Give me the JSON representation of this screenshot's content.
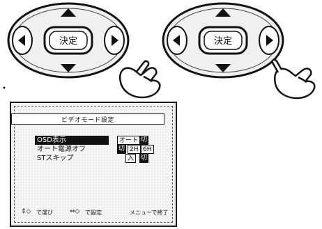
{
  "controller": {
    "center_label": "決定"
  },
  "osd": {
    "title": "ビデオモード設定",
    "items": [
      {
        "label": "OSD表示",
        "options": [
          "オート",
          "切"
        ],
        "selected_option": 1
      },
      {
        "label": "オート電源オフ",
        "options": [
          "切",
          "2H",
          "6H"
        ],
        "selected_option": 0
      },
      {
        "label": "STスキップ",
        "options": [
          "入",
          "切"
        ],
        "selected_option": 1
      }
    ],
    "footer": {
      "select_text": "で選び",
      "set_text": "で設定",
      "exit_text": "メニューで終了"
    }
  }
}
